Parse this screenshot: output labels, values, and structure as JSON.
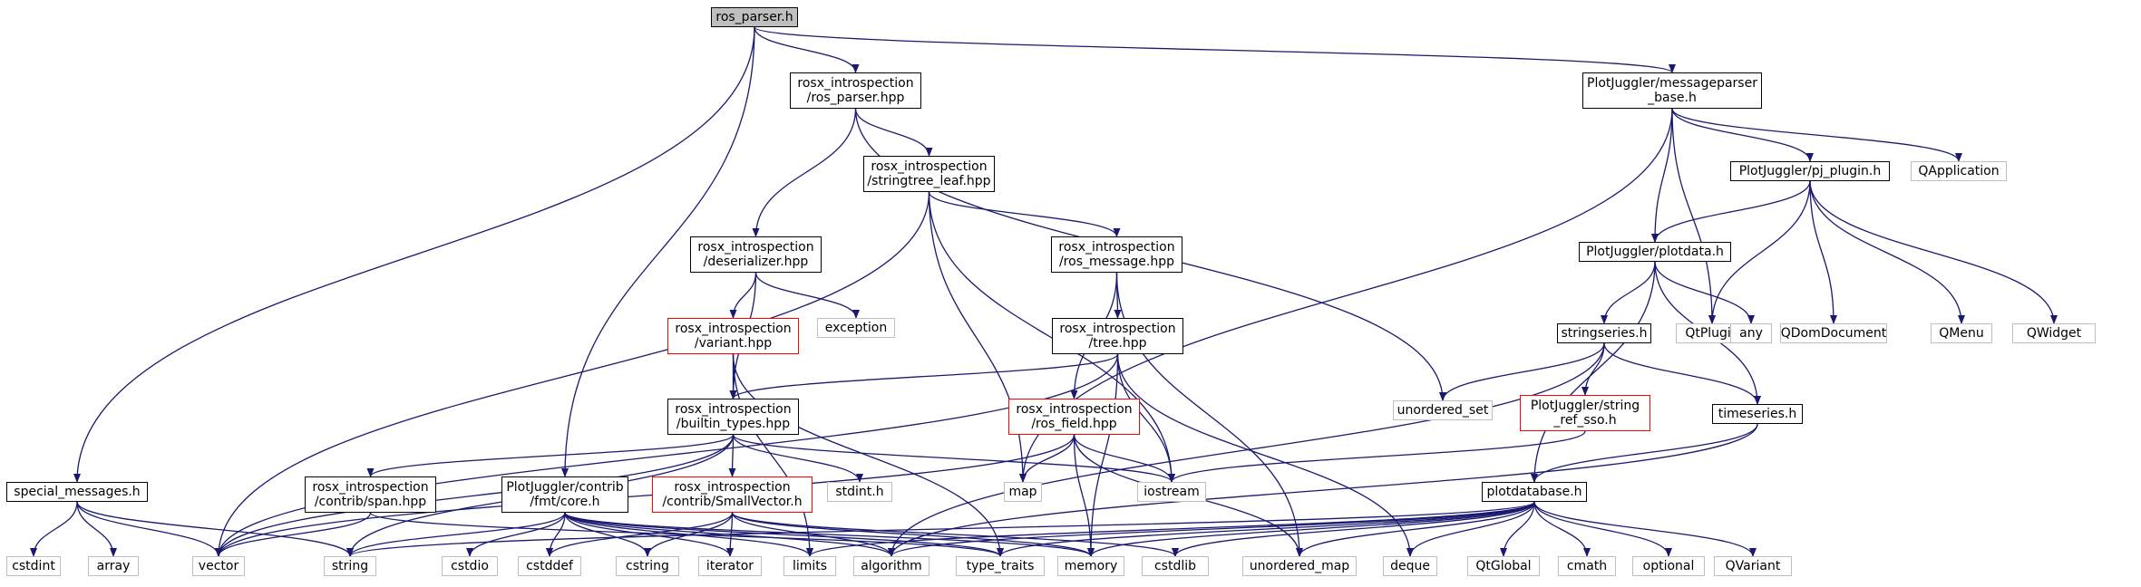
{
  "diagram": {
    "type": "include-dependency-graph",
    "colors": {
      "edge": "#191970",
      "root_fill": "#bfbfbf",
      "normal_border": "#000000",
      "external_border": "#bfbfbf",
      "truncated_border": "#ff0000"
    },
    "nodes": [
      {
        "id": "ros_parser_h",
        "lines": [
          "ros_parser.h"
        ],
        "kind": "root"
      },
      {
        "id": "rosx_ros_parser",
        "lines": [
          "rosx_introspection",
          "/ros_parser.hpp"
        ],
        "kind": "normal"
      },
      {
        "id": "pj_messageparser",
        "lines": [
          "PlotJuggler/messageparser",
          "_base.h"
        ],
        "kind": "normal"
      },
      {
        "id": "special_messages",
        "lines": [
          "special_messages.h"
        ],
        "kind": "normal"
      },
      {
        "id": "pj_fmt_core",
        "lines": [
          "PlotJuggler/contrib",
          "/fmt/core.h"
        ],
        "kind": "normal"
      },
      {
        "id": "rosx_stringtree_leaf",
        "lines": [
          "rosx_introspection",
          "/stringtree_leaf.hpp"
        ],
        "kind": "normal"
      },
      {
        "id": "unordered_set",
        "lines": [
          "unordered_set"
        ],
        "kind": "external"
      },
      {
        "id": "rosx_deserializer",
        "lines": [
          "rosx_introspection",
          "/deserializer.hpp"
        ],
        "kind": "normal"
      },
      {
        "id": "vector",
        "lines": [
          "vector"
        ],
        "kind": "external"
      },
      {
        "id": "map",
        "lines": [
          "map"
        ],
        "kind": "external"
      },
      {
        "id": "iostream",
        "lines": [
          "iostream"
        ],
        "kind": "external"
      },
      {
        "id": "rosx_ros_message",
        "lines": [
          "rosx_introspection",
          "/ros_message.hpp"
        ],
        "kind": "normal"
      },
      {
        "id": "rosx_variant",
        "lines": [
          "rosx_introspection",
          "/variant.hpp"
        ],
        "kind": "truncated"
      },
      {
        "id": "exception",
        "lines": [
          "exception"
        ],
        "kind": "external"
      },
      {
        "id": "rosx_builtin_types",
        "lines": [
          "rosx_introspection",
          "/builtin_types.hpp"
        ],
        "kind": "normal"
      },
      {
        "id": "type_traits",
        "lines": [
          "type_traits"
        ],
        "kind": "external"
      },
      {
        "id": "limits",
        "lines": [
          "limits"
        ],
        "kind": "external"
      },
      {
        "id": "rosx_contrib_span",
        "lines": [
          "rosx_introspection",
          "/contrib/span.hpp"
        ],
        "kind": "normal"
      },
      {
        "id": "rosx_smallvector",
        "lines": [
          "rosx_introspection",
          "/contrib/SmallVector.h"
        ],
        "kind": "truncated"
      },
      {
        "id": "stdint_h",
        "lines": [
          "stdint.h"
        ],
        "kind": "external"
      },
      {
        "id": "string",
        "lines": [
          "string"
        ],
        "kind": "external"
      },
      {
        "id": "cstddef",
        "lines": [
          "cstddef"
        ],
        "kind": "external"
      },
      {
        "id": "cstring",
        "lines": [
          "cstring"
        ],
        "kind": "external"
      },
      {
        "id": "iterator",
        "lines": [
          "iterator"
        ],
        "kind": "external"
      },
      {
        "id": "algorithm",
        "lines": [
          "algorithm"
        ],
        "kind": "external"
      },
      {
        "id": "memory",
        "lines": [
          "memory"
        ],
        "kind": "external"
      },
      {
        "id": "cstdlib",
        "lines": [
          "cstdlib"
        ],
        "kind": "external"
      },
      {
        "id": "rosx_tree",
        "lines": [
          "rosx_introspection",
          "/tree.hpp"
        ],
        "kind": "normal"
      },
      {
        "id": "deque",
        "lines": [
          "deque"
        ],
        "kind": "external"
      },
      {
        "id": "rosx_ros_field",
        "lines": [
          "rosx_introspection",
          "/ros_field.hpp"
        ],
        "kind": "truncated"
      },
      {
        "id": "unordered_map",
        "lines": [
          "unordered_map"
        ],
        "kind": "external"
      },
      {
        "id": "pj_plugin",
        "lines": [
          "PlotJuggler/pj_plugin.h"
        ],
        "kind": "normal"
      },
      {
        "id": "qapplication",
        "lines": [
          "QApplication"
        ],
        "kind": "external"
      },
      {
        "id": "pj_plotdata",
        "lines": [
          "PlotJuggler/plotdata.h"
        ],
        "kind": "normal"
      },
      {
        "id": "qtplugin",
        "lines": [
          "QtPlugin"
        ],
        "kind": "external"
      },
      {
        "id": "qdomdocument",
        "lines": [
          "QDomDocument"
        ],
        "kind": "external"
      },
      {
        "id": "qmenu",
        "lines": [
          "QMenu"
        ],
        "kind": "external"
      },
      {
        "id": "qwidget",
        "lines": [
          "QWidget"
        ],
        "kind": "external"
      },
      {
        "id": "stringseries",
        "lines": [
          "stringseries.h"
        ],
        "kind": "normal"
      },
      {
        "id": "any",
        "lines": [
          "any"
        ],
        "kind": "external"
      },
      {
        "id": "timeseries",
        "lines": [
          "timeseries.h"
        ],
        "kind": "normal"
      },
      {
        "id": "plotdatabase",
        "lines": [
          "plotdatabase.h"
        ],
        "kind": "normal"
      },
      {
        "id": "pj_string_ref_sso",
        "lines": [
          "PlotJuggler/string",
          "_ref_sso.h"
        ],
        "kind": "truncated"
      },
      {
        "id": "cstdint",
        "lines": [
          "cstdint"
        ],
        "kind": "external"
      },
      {
        "id": "array",
        "lines": [
          "array"
        ],
        "kind": "external"
      },
      {
        "id": "cstdio",
        "lines": [
          "cstdio"
        ],
        "kind": "external"
      },
      {
        "id": "qtglobal",
        "lines": [
          "QtGlobal"
        ],
        "kind": "external"
      },
      {
        "id": "cmath",
        "lines": [
          "cmath"
        ],
        "kind": "external"
      },
      {
        "id": "optional",
        "lines": [
          "optional"
        ],
        "kind": "external"
      },
      {
        "id": "qvariant",
        "lines": [
          "QVariant"
        ],
        "kind": "external"
      }
    ],
    "edges": [
      [
        "ros_parser_h",
        "rosx_ros_parser"
      ],
      [
        "ros_parser_h",
        "pj_messageparser"
      ],
      [
        "ros_parser_h",
        "special_messages"
      ],
      [
        "ros_parser_h",
        "pj_fmt_core"
      ],
      [
        "rosx_ros_parser",
        "rosx_stringtree_leaf"
      ],
      [
        "rosx_ros_parser",
        "rosx_deserializer"
      ],
      [
        "rosx_ros_parser",
        "unordered_set"
      ],
      [
        "rosx_stringtree_leaf",
        "vector"
      ],
      [
        "rosx_stringtree_leaf",
        "map"
      ],
      [
        "rosx_stringtree_leaf",
        "iostream"
      ],
      [
        "rosx_stringtree_leaf",
        "rosx_ros_message"
      ],
      [
        "rosx_deserializer",
        "rosx_variant"
      ],
      [
        "rosx_deserializer",
        "exception"
      ],
      [
        "rosx_deserializer",
        "rosx_builtin_types"
      ],
      [
        "rosx_variant",
        "rosx_builtin_types"
      ],
      [
        "rosx_variant",
        "type_traits"
      ],
      [
        "rosx_variant",
        "limits"
      ],
      [
        "rosx_builtin_types",
        "vector"
      ],
      [
        "rosx_builtin_types",
        "string"
      ],
      [
        "rosx_builtin_types",
        "rosx_contrib_span"
      ],
      [
        "rosx_builtin_types",
        "rosx_smallvector"
      ],
      [
        "rosx_builtin_types",
        "stdint_h"
      ],
      [
        "rosx_builtin_types",
        "iostream"
      ],
      [
        "rosx_contrib_span",
        "vector"
      ],
      [
        "rosx_contrib_span",
        "type_traits"
      ],
      [
        "rosx_smallvector",
        "cstddef"
      ],
      [
        "rosx_smallvector",
        "cstring"
      ],
      [
        "rosx_smallvector",
        "iterator"
      ],
      [
        "rosx_smallvector",
        "algorithm"
      ],
      [
        "rosx_smallvector",
        "memory"
      ],
      [
        "rosx_smallvector",
        "cstdlib"
      ],
      [
        "rosx_ros_message",
        "rosx_tree"
      ],
      [
        "rosx_ros_message",
        "rosx_ros_field"
      ],
      [
        "rosx_ros_message",
        "unordered_map"
      ],
      [
        "rosx_tree",
        "rosx_builtin_types"
      ],
      [
        "rosx_tree",
        "vector"
      ],
      [
        "rosx_tree",
        "deque"
      ],
      [
        "rosx_tree",
        "iostream"
      ],
      [
        "rosx_tree",
        "memory"
      ],
      [
        "rosx_ros_field",
        "map"
      ],
      [
        "rosx_ros_field",
        "vector"
      ],
      [
        "rosx_ros_field",
        "iostream"
      ],
      [
        "rosx_ros_field",
        "memory"
      ],
      [
        "rosx_ros_field",
        "unordered_map"
      ],
      [
        "pj_messageparser",
        "pj_plugin"
      ],
      [
        "pj_messageparser",
        "qapplication"
      ],
      [
        "pj_messageparser",
        "pj_plotdata"
      ],
      [
        "pj_messageparser",
        "qtplugin"
      ],
      [
        "pj_messageparser",
        "map"
      ],
      [
        "pj_plugin",
        "pj_plotdata"
      ],
      [
        "pj_plugin",
        "qtplugin"
      ],
      [
        "pj_plugin",
        "qdomdocument"
      ],
      [
        "pj_plugin",
        "qmenu"
      ],
      [
        "pj_plugin",
        "qwidget"
      ],
      [
        "pj_plotdata",
        "stringseries"
      ],
      [
        "pj_plotdata",
        "any"
      ],
      [
        "pj_plotdata",
        "timeseries"
      ],
      [
        "pj_plotdata",
        "plotdatabase"
      ],
      [
        "stringseries",
        "unordered_set"
      ],
      [
        "stringseries",
        "pj_string_ref_sso"
      ],
      [
        "stringseries",
        "timeseries"
      ],
      [
        "stringseries",
        "algorithm"
      ],
      [
        "pj_string_ref_sso",
        "iostream"
      ],
      [
        "timeseries",
        "plotdatabase"
      ],
      [
        "timeseries",
        "algorithm"
      ],
      [
        "plotdatabase",
        "string"
      ],
      [
        "plotdatabase",
        "algorithm"
      ],
      [
        "plotdatabase",
        "type_traits"
      ],
      [
        "plotdatabase",
        "memory"
      ],
      [
        "plotdatabase",
        "cstdlib"
      ],
      [
        "plotdatabase",
        "unordered_map"
      ],
      [
        "plotdatabase",
        "deque"
      ],
      [
        "plotdatabase",
        "qtglobal"
      ],
      [
        "plotdatabase",
        "cmath"
      ],
      [
        "plotdatabase",
        "optional"
      ],
      [
        "plotdatabase",
        "qvariant"
      ],
      [
        "plotdatabase",
        "limits"
      ],
      [
        "special_messages",
        "cstdint"
      ],
      [
        "special_messages",
        "array"
      ],
      [
        "special_messages",
        "vector"
      ],
      [
        "special_messages",
        "string"
      ],
      [
        "pj_fmt_core",
        "cstdio"
      ],
      [
        "pj_fmt_core",
        "cstddef"
      ],
      [
        "pj_fmt_core",
        "cstring"
      ],
      [
        "pj_fmt_core",
        "iterator"
      ],
      [
        "pj_fmt_core",
        "limits"
      ],
      [
        "pj_fmt_core",
        "string"
      ],
      [
        "pj_fmt_core",
        "type_traits"
      ],
      [
        "pj_fmt_core",
        "memory"
      ],
      [
        "pj_fmt_core",
        "algorithm"
      ]
    ]
  }
}
